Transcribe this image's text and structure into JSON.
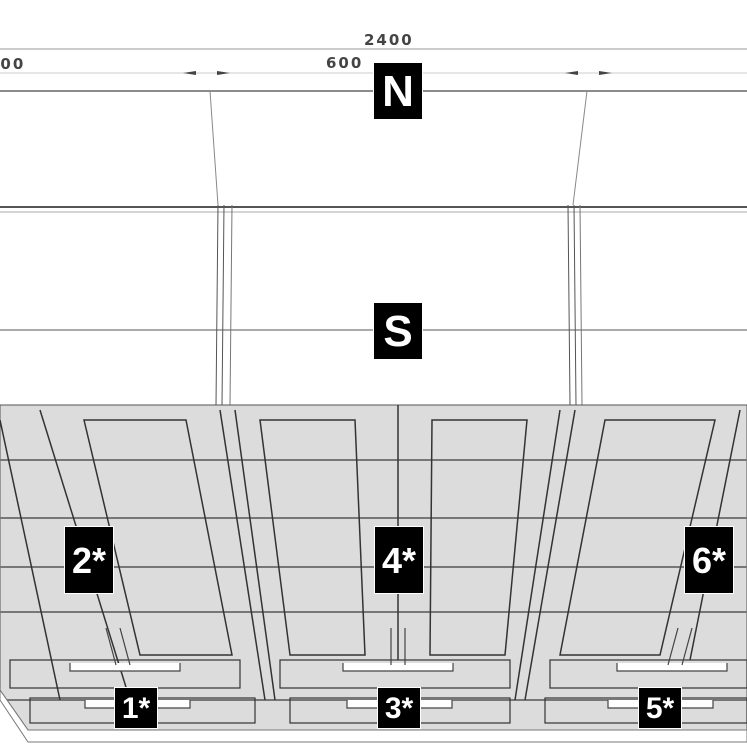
{
  "dimensions": {
    "total": "2400",
    "left_partial": "600",
    "center_hidden": "600"
  },
  "labels": {
    "north": "N",
    "south": "S",
    "units": [
      "1*",
      "2*",
      "3*",
      "4*",
      "5*",
      "6*"
    ]
  },
  "colors": {
    "panel": "#dcdcdc",
    "line": "#333333",
    "tag_bg": "#000000",
    "tag_text": "#ffffff"
  }
}
